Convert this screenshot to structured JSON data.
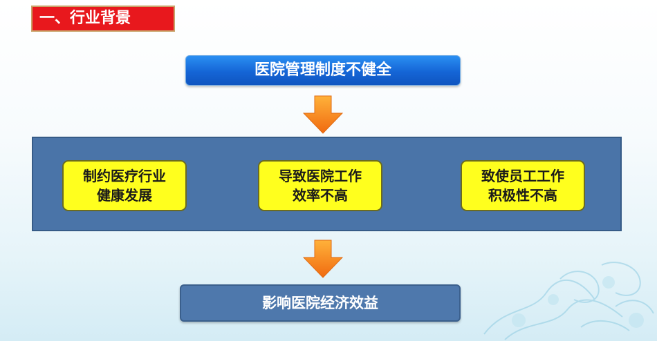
{
  "section_title": "一、行业背景",
  "top_box": "医院管理制度不健全",
  "middle_boxes": [
    {
      "line1": "制约医疗行业",
      "line2": "健康发展"
    },
    {
      "line1": "导致医院工作",
      "line2": "效率不高"
    },
    {
      "line1": "致使员工工作",
      "line2": "积极性不高"
    }
  ],
  "bottom_box": "影响医院经济效益",
  "colors": {
    "title_red": "#e8181d",
    "top_blue": "#1565d6",
    "panel_blue": "#4a74a8",
    "box_yellow": "#ffff1e",
    "arrow_orange": "#f57f17"
  }
}
